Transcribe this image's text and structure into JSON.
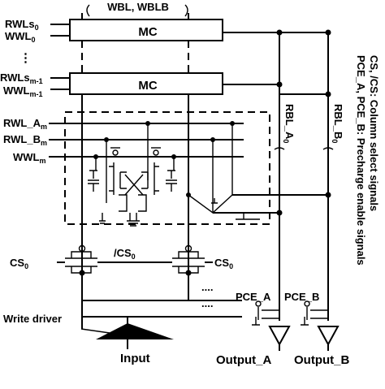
{
  "labels": {
    "bitlines": "WBL, WBLB",
    "row0_rwls": "RWLs",
    "row0_rwls_sub": "0",
    "row0_wwl": "WWL",
    "row0_wwl_sub": "0",
    "ellipsis": "⋮",
    "rowm1_rwls": "RWLs",
    "rowm1_rwls_sub": "m-1",
    "rowm1_wwl": "WWL",
    "rowm1_wwl_sub": "m-1",
    "mc_top": "MC",
    "mc_bottom": "MC",
    "rwl_a": "RWL_A",
    "rwl_a_sub": "m",
    "rwl_b": "RWL_B",
    "rwl_b_sub": "m",
    "wwl": "WWL",
    "wwl_sub": "m",
    "rbl_a": "RBL_A",
    "rbl_a_sub": "0",
    "rbl_b": "RBL_B",
    "rbl_b_sub": "0",
    "cs0_left": "CS",
    "cs0_left_sub": "0",
    "cs0_bar": "/CS",
    "cs0_bar_sub": "0",
    "cs0_right": "CS",
    "cs0_right_sub": "0",
    "dots_1": "....",
    "dots_2": "....",
    "pce_a": "PCE_A",
    "pce_b": "PCE_B",
    "write_driver": "Write driver",
    "input": "Input",
    "output_a": "Output_A",
    "output_b": "Output_B",
    "note_line1": "PCE_A, PCE_B: Precharge enable signals",
    "note_line2": "CS, /CS: Column select signals"
  }
}
